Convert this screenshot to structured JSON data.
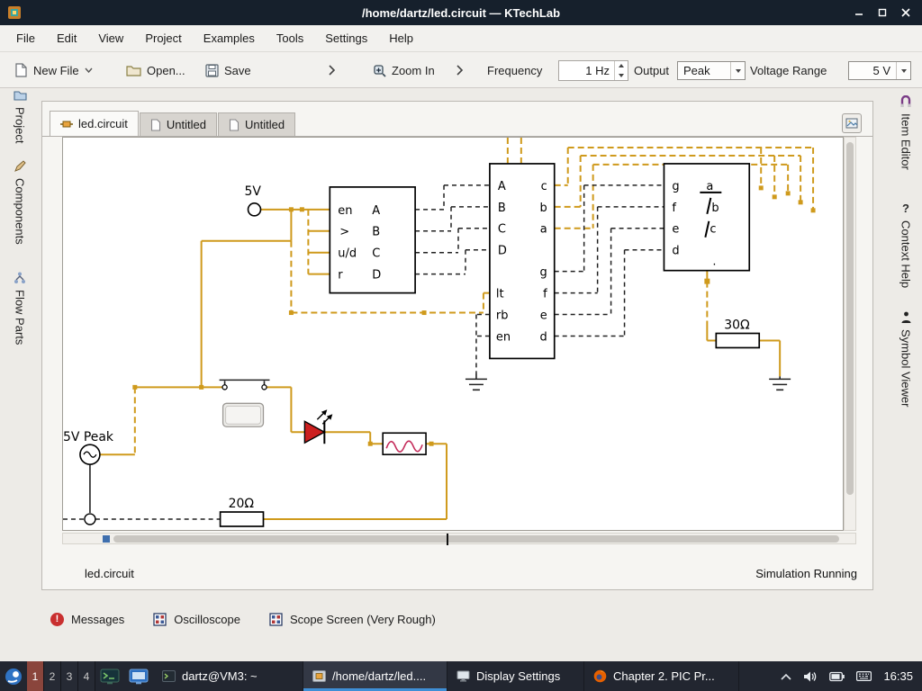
{
  "titlebar": {
    "title": "/home/dartz/led.circuit — KTechLab"
  },
  "menu": {
    "items": [
      "File",
      "Edit",
      "View",
      "Project",
      "Examples",
      "Tools",
      "Settings",
      "Help"
    ]
  },
  "toolbar": {
    "new_file": "New File",
    "open": "Open...",
    "save": "Save",
    "zoom_in": "Zoom In",
    "frequency_label": "Frequency",
    "frequency_value": "1 Hz",
    "output_label": "Output",
    "output_value": "Peak",
    "voltage_range_label": "Voltage Range",
    "voltage_range_value": "5 V"
  },
  "left_dock": {
    "items": [
      {
        "label": "Project"
      },
      {
        "label": "Components"
      },
      {
        "label": "Flow Parts"
      }
    ]
  },
  "right_dock": {
    "items": [
      {
        "label": "Item Editor"
      },
      {
        "label": "Context Help"
      },
      {
        "label": "Symbol Viewer"
      }
    ]
  },
  "tabs": {
    "items": [
      {
        "label": "led.circuit",
        "active": true
      },
      {
        "label": "Untitled",
        "active": false
      },
      {
        "label": "Untitled",
        "active": false
      }
    ]
  },
  "circuit": {
    "supply_label": "5V",
    "ac_source_label": "5V Peak",
    "resistor_top_label": "30Ω",
    "resistor_bottom_label": "20Ω",
    "counter": {
      "pins_left": [
        "en",
        ">",
        "u/d",
        "r"
      ],
      "pins_right": [
        "A",
        "B",
        "C",
        "D"
      ]
    },
    "decoder": {
      "pins_left_top": [
        "A",
        "B",
        "C",
        "D"
      ],
      "pins_left_bottom": [
        "lt",
        "rb",
        "en"
      ],
      "pins_right_top": [
        "c",
        "b",
        "a"
      ],
      "pins_right_bottom": [
        "g",
        "f",
        "e",
        "d"
      ]
    },
    "display": {
      "pins_left": [
        "g",
        "f",
        "e",
        "d"
      ],
      "segment_labels": [
        "a",
        "b",
        "c"
      ],
      "decimal_point": "."
    }
  },
  "statusbar": {
    "file": "led.circuit",
    "status": "Simulation Running"
  },
  "bottom_dock": {
    "items": [
      {
        "label": "Messages"
      },
      {
        "label": "Oscilloscope"
      },
      {
        "label": "Scope Screen (Very Rough)"
      }
    ]
  },
  "taskbar": {
    "workspaces": [
      "1",
      "2",
      "3",
      "4"
    ],
    "windows": [
      {
        "label": "dartz@VM3: ~"
      },
      {
        "label": "/home/dartz/led...."
      },
      {
        "label": "Display Settings",
        "active": false
      },
      {
        "label": "Chapter 2. PIC Pr..."
      }
    ],
    "clock": "16:35"
  },
  "icons": {
    "app": "ktechlab-app-icon",
    "new_file": "document-new",
    "open": "folder-open",
    "save": "floppy-disk",
    "zoom_in": "magnifier-plus",
    "messages": "error-exclamation-circle",
    "oscilloscope": "scope-grid",
    "scope_screen": "scope-grid",
    "context_help": "question-mark",
    "volume": "speaker",
    "battery": "battery",
    "keyboard": "keyboard"
  },
  "colors": {
    "wire": "#cf9a1c",
    "accent": "#3f8fd6",
    "titlebar": "#16202c",
    "workspace_active": "#8a453c"
  }
}
